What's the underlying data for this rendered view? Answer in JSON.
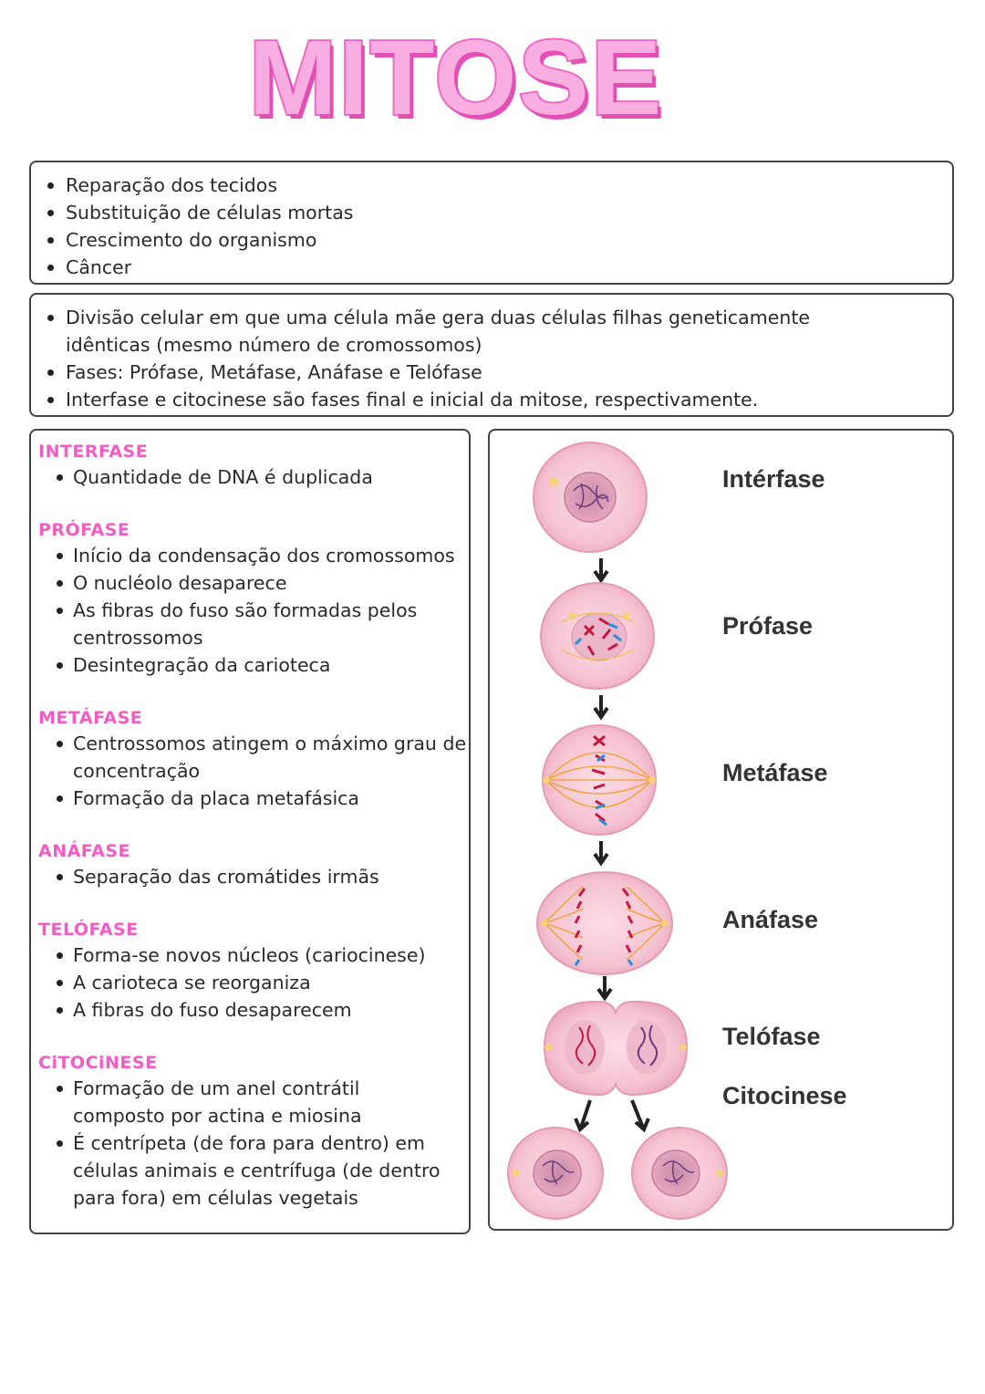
{
  "title": "MITOSE",
  "box_functions": {
    "items": [
      "Reparação dos tecidos",
      "Substituição de células mortas",
      "Crescimento do organismo",
      "Câncer"
    ]
  },
  "box_definition": {
    "items": [
      "Divisão celular em que uma célula mãe gera duas células filhas geneticamente idênticas (mesmo número de cromossomos)",
      "Fases: Prófase, Metáfase, Anáfase e Telófase",
      "Interfase e citocinese são fases final e inicial da mitose, respectivamente."
    ]
  },
  "phases": [
    {
      "name": "INTERFASE",
      "items": [
        "Quantidade de DNA é duplicada"
      ]
    },
    {
      "name": "PRÓFASE",
      "items": [
        "Início da condensação dos cromossomos",
        "O nucléolo desaparece",
        "As fibras do fuso são formadas pelos centrossomos",
        "Desintegração da carioteca"
      ]
    },
    {
      "name": "METÁFASE",
      "items": [
        "Centrossomos atingem o máximo grau de concentração",
        "Formação da placa metafásica"
      ]
    },
    {
      "name": "ANÁFASE",
      "items": [
        "Separação das cromátides irmãs"
      ]
    },
    {
      "name": "TELÓFASE",
      "items": [
        "Forma-se novos núcleos (cariocinese)",
        "A carioteca se reorganiza",
        "A fibras do fuso desaparecem"
      ]
    },
    {
      "name": "CiTOCiNESE",
      "items": [
        "Formação de um anel contrátil composto por actina e miosina",
        "É centrípeta (de fora para dentro) em células animais e centrífuga (de dentro para fora) em células vegetais"
      ]
    }
  ],
  "diagram": {
    "labels": [
      "Intérfase",
      "Prófase",
      "Metáfase",
      "Anáfase",
      "Telófase",
      "Citocinese"
    ]
  },
  "colors": {
    "title_fill": "#f8aee0",
    "title_stroke": "#f06ac6",
    "heading": "#f45cc4",
    "cell": "#f6c6d4"
  }
}
